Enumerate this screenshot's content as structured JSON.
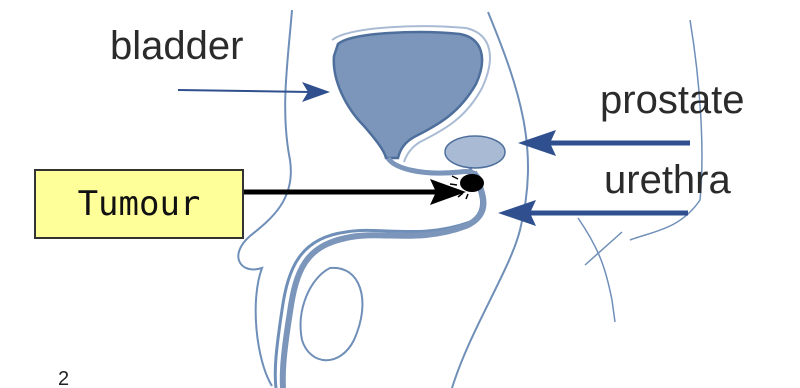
{
  "labels": {
    "bladder": "bladder",
    "prostate": "prostate",
    "urethra": "urethra",
    "tumour": "Tumour"
  },
  "slide_number": "2",
  "colors": {
    "organ_fill": "#7b95bb",
    "organ_fill_light": "#a9bbd4",
    "organ_outline": "#4e6f9b",
    "body_outline": "#6f8fb8",
    "arrow_blue": "#2f4f8f",
    "tumour_box_fill": "#ffff99",
    "tumour_dot": "#000000"
  },
  "icons": {
    "tumour_marker": "tumour-dot-icon"
  }
}
